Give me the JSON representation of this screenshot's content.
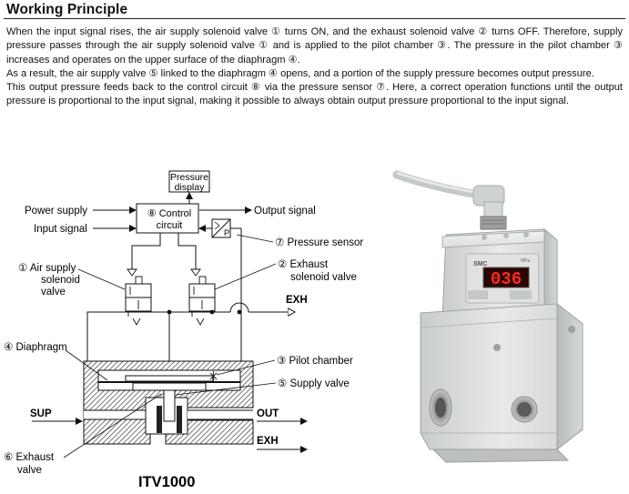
{
  "heading": "Working Principle",
  "paragraphs": [
    "When the input signal rises, the air supply solenoid valve ① turns ON, and the exhaust solenoid valve ② turns OFF. Therefore, supply pressure passes through the air supply solenoid valve ① and is applied to the pilot chamber ③. The pressure in the pilot chamber ③ increases and operates on the upper surface of the diaphragm ④.",
    "As a result, the air supply valve ⑤ linked to the diaphragm ④ opens, and a portion of the supply pressure becomes output pressure.",
    "This output pressure feeds back to the control circuit ⑧ via the pressure sensor ⑦. Here, a correct operation functions until the output pressure is proportional to the input signal, making it possible to always obtain output pressure proportional to the input signal."
  ],
  "diagram": {
    "pressure_display_line1": "Pressure",
    "pressure_display_line2": "display",
    "power_supply": "Power supply",
    "input_signal": "Input signal",
    "control_circuit_line1": "⑧ Control",
    "control_circuit_line2": "circuit",
    "output_signal": "Output signal",
    "pressure_sensor": "⑦ Pressure sensor",
    "sensor_p": "P",
    "air_supply_valve_line1": "① Air supply",
    "air_supply_valve_line2": "solenoid",
    "air_supply_valve_line3": "valve",
    "exhaust_valve_line1": "② Exhaust",
    "exhaust_valve_line2": "solenoid valve",
    "exh_top": "EXH",
    "diaphragm": "④ Diaphragm",
    "pilot_chamber": "③ Pilot chamber",
    "supply_valve": "⑤ Supply valve",
    "sup": "SUP",
    "out": "OUT",
    "exh_bottom": "EXH",
    "exhaust_valve6_line1": "⑥ Exhaust",
    "exhaust_valve6_line2": "valve",
    "model": "ITV1000"
  },
  "product": {
    "brand": "SMC",
    "display_value": "036",
    "unit": "MPa"
  },
  "colors": {
    "text": "#111111",
    "display_background": "#2a0505",
    "display_digits": "#ff2a1a",
    "body_grey": "#d9dcdc",
    "hatch": "#555555"
  }
}
